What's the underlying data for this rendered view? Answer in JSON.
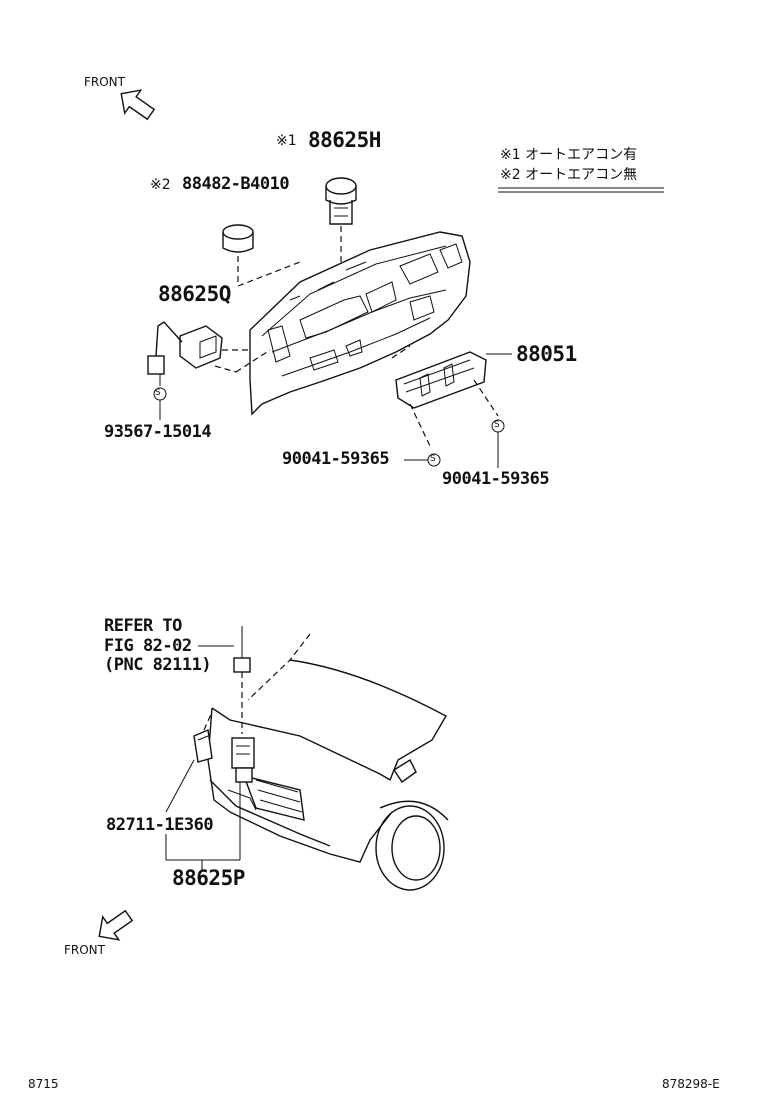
{
  "labels": {
    "front_top": "FRONT",
    "front_bottom": "FRONT",
    "p_88625H": "88625H",
    "p_88625H_mark": "※1",
    "p_88482": "88482-B4010",
    "p_88482_mark": "※2",
    "p_88625Q": "88625Q",
    "p_93567": "93567-15014",
    "p_88051": "88051",
    "p_90041_a": "90041-59365",
    "p_90041_b": "90041-59365",
    "refer_line1": "REFER TO",
    "refer_line2": "FIG 82-02",
    "refer_line3": "(PNC 82111)",
    "p_82711": "82711-1E360",
    "p_88625P": "88625P",
    "footer_left": "8715",
    "footer_right": "878298-E"
  },
  "legend": {
    "note1_mark": "※1",
    "note1_text": "オートエアコン有",
    "note2_mark": "※2",
    "note2_text": "オートエアコン無"
  },
  "symbols": {
    "screw_symbol": "S",
    "arrow_top": "front-arrow-icon",
    "arrow_bottom": "front-arrow-icon"
  }
}
